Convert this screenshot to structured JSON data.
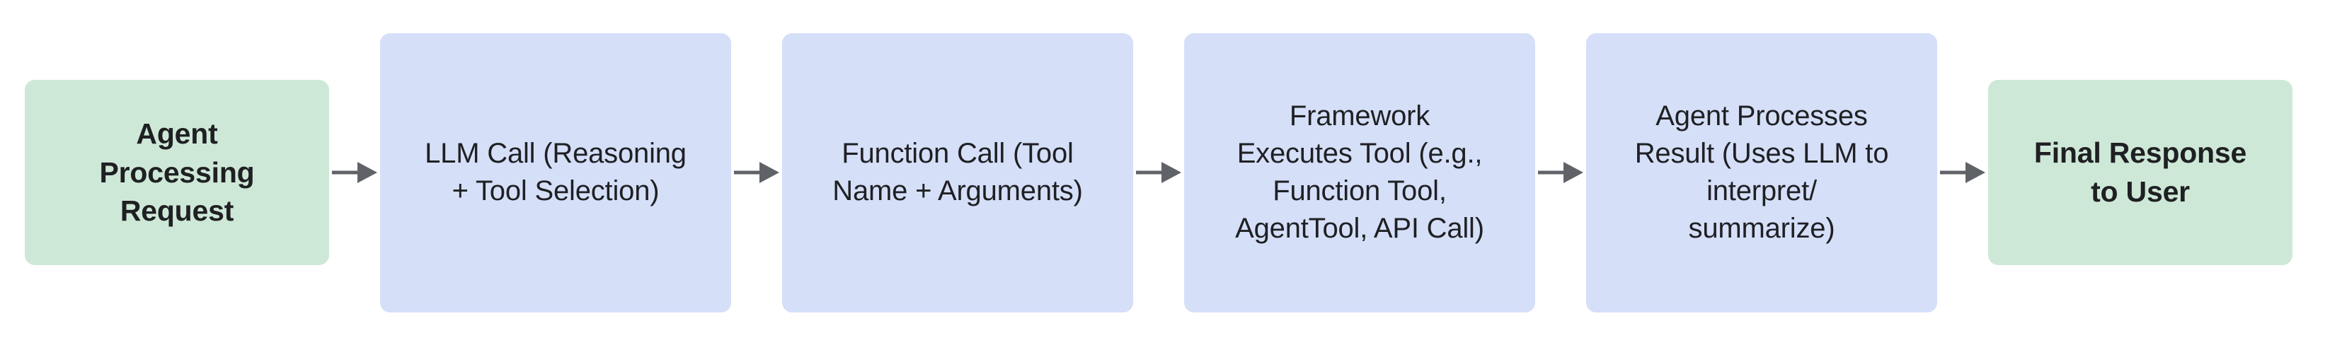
{
  "diagram": {
    "type": "flowchart",
    "orientation": "left-to-right",
    "background_color": "#ffffff",
    "colors": {
      "terminal_fill": "#cee8d7",
      "process_fill": "#d5dff8",
      "text": "#1f2023",
      "arrow": "#5f6368"
    },
    "nodes": [
      {
        "id": "agent-processing-request",
        "kind": "terminal",
        "label": "Agent\nProcessing\nRequest",
        "fill": "#cee8d7"
      },
      {
        "id": "llm-call",
        "kind": "process",
        "label": "LLM Call (Reasoning\n+ Tool Selection)",
        "fill": "#d5dff8"
      },
      {
        "id": "function-call",
        "kind": "process",
        "label": "Function Call (Tool\nName + Arguments)",
        "fill": "#d5dff8"
      },
      {
        "id": "framework-executes-tool",
        "kind": "process",
        "label": "Framework\nExecutes Tool (e.g.,\nFunction Tool,\nAgentTool, API Call)",
        "fill": "#d5dff8"
      },
      {
        "id": "agent-processes-result",
        "kind": "process",
        "label": "Agent Processes\nResult (Uses LLM to\ninterpret/\nsummarize)",
        "fill": "#d5dff8"
      },
      {
        "id": "final-response-to-user",
        "kind": "terminal",
        "label": "Final Response\nto User",
        "fill": "#cee8d7"
      }
    ],
    "edges": [
      {
        "id": "edge-1",
        "from": "agent-processing-request",
        "to": "llm-call",
        "style": "solid-arrow"
      },
      {
        "id": "edge-2",
        "from": "llm-call",
        "to": "function-call",
        "style": "solid-arrow"
      },
      {
        "id": "edge-3",
        "from": "function-call",
        "to": "framework-executes-tool",
        "style": "solid-arrow"
      },
      {
        "id": "edge-4",
        "from": "framework-executes-tool",
        "to": "agent-processes-result",
        "style": "solid-arrow"
      },
      {
        "id": "edge-5",
        "from": "agent-processes-result",
        "to": "final-response-to-user",
        "style": "solid-arrow"
      }
    ]
  }
}
